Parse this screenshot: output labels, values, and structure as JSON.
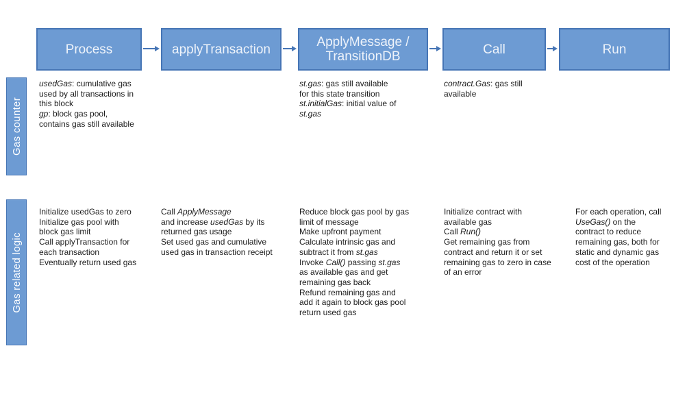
{
  "colors": {
    "background": "#ffffff",
    "box_fill": "#6d9bd3",
    "box_border": "#4675b5",
    "arrow": "#4675b5",
    "header_text": "#eef3fa",
    "label_text": "#ffffff",
    "body_text": "#1c1c1c"
  },
  "diagram": {
    "row_labels": {
      "counter": "Gas counter",
      "logic": "Gas related logic"
    },
    "columns": [
      {
        "header": "Process",
        "counter": [
          [
            {
              "t": "usedGas",
              "i": true
            },
            {
              "t": ": cumulative gas"
            }
          ],
          [
            {
              "t": "used by all transactions in"
            }
          ],
          [
            {
              "t": "this block"
            }
          ],
          [
            {
              "t": "gp",
              "i": true
            },
            {
              "t": ": block gas pool,"
            }
          ],
          [
            {
              "t": "contains gas still available"
            }
          ]
        ],
        "logic": [
          [
            {
              "t": "Initialize usedGas to zero"
            }
          ],
          [
            {
              "t": "Initialize gas pool with"
            }
          ],
          [
            {
              "t": "block gas limit"
            }
          ],
          [
            {
              "t": "Call applyTransaction for"
            }
          ],
          [
            {
              "t": "each transaction"
            }
          ],
          [
            {
              "t": "Eventually return used gas"
            }
          ]
        ]
      },
      {
        "header": "applyTransaction",
        "counter": [],
        "logic": [
          [
            {
              "t": "Call "
            },
            {
              "t": "ApplyMessage",
              "i": true
            }
          ],
          [
            {
              "t": "and increase "
            },
            {
              "t": "usedGas",
              "i": true
            },
            {
              "t": " by its"
            }
          ],
          [
            {
              "t": "returned gas usage"
            }
          ],
          [
            {
              "t": "Set used gas and cumulative"
            }
          ],
          [
            {
              "t": "used gas in transaction receipt"
            }
          ]
        ]
      },
      {
        "header": "ApplyMessage / TransitionDB",
        "counter": [
          [
            {
              "t": "st.gas",
              "i": true
            },
            {
              "t": ": gas still available"
            }
          ],
          [
            {
              "t": "for this state transition"
            }
          ],
          [
            {
              "t": "st.initialGas",
              "i": true
            },
            {
              "t": ": initial value of"
            }
          ],
          [
            {
              "t": "st.gas",
              "i": true
            }
          ]
        ],
        "logic": [
          [
            {
              "t": "Reduce block gas pool by gas"
            }
          ],
          [
            {
              "t": "limit of message"
            }
          ],
          [
            {
              "t": "Make upfront payment"
            }
          ],
          [
            {
              "t": "Calculate intrinsic gas and"
            }
          ],
          [
            {
              "t": "subtract it from "
            },
            {
              "t": "st.gas",
              "i": true
            }
          ],
          [
            {
              "t": "Invoke "
            },
            {
              "t": "Call()",
              "i": true
            },
            {
              "t": " passing "
            },
            {
              "t": "st.gas",
              "i": true
            }
          ],
          [
            {
              "t": "as available gas and get"
            }
          ],
          [
            {
              "t": "remaining gas back"
            }
          ],
          [
            {
              "t": "Refund remaining gas and"
            }
          ],
          [
            {
              "t": "add it again to block gas pool"
            }
          ],
          [
            {
              "t": "return used gas"
            }
          ]
        ]
      },
      {
        "header": "Call",
        "counter": [
          [
            {
              "t": "contract.Gas",
              "i": true
            },
            {
              "t": ": gas still"
            }
          ],
          [
            {
              "t": "available"
            }
          ]
        ],
        "logic": [
          [
            {
              "t": "Initialize contract with"
            }
          ],
          [
            {
              "t": "available gas"
            }
          ],
          [
            {
              "t": "Call "
            },
            {
              "t": "Run()",
              "i": true
            }
          ],
          [
            {
              "t": "Get remaining gas from"
            }
          ],
          [
            {
              "t": "contract and return it or set"
            }
          ],
          [
            {
              "t": "remaining gas to zero in case"
            }
          ],
          [
            {
              "t": "of an error"
            }
          ]
        ]
      },
      {
        "header": "Run",
        "counter": [],
        "logic": [
          [
            {
              "t": "For each operation, call"
            }
          ],
          [
            {
              "t": "UseGas()",
              "i": true
            },
            {
              "t": " on the"
            }
          ],
          [
            {
              "t": "contract to reduce"
            }
          ],
          [
            {
              "t": "remaining gas, both for"
            }
          ],
          [
            {
              "t": "static and dynamic gas"
            }
          ],
          [
            {
              "t": "cost of the operation"
            }
          ]
        ]
      }
    ]
  }
}
